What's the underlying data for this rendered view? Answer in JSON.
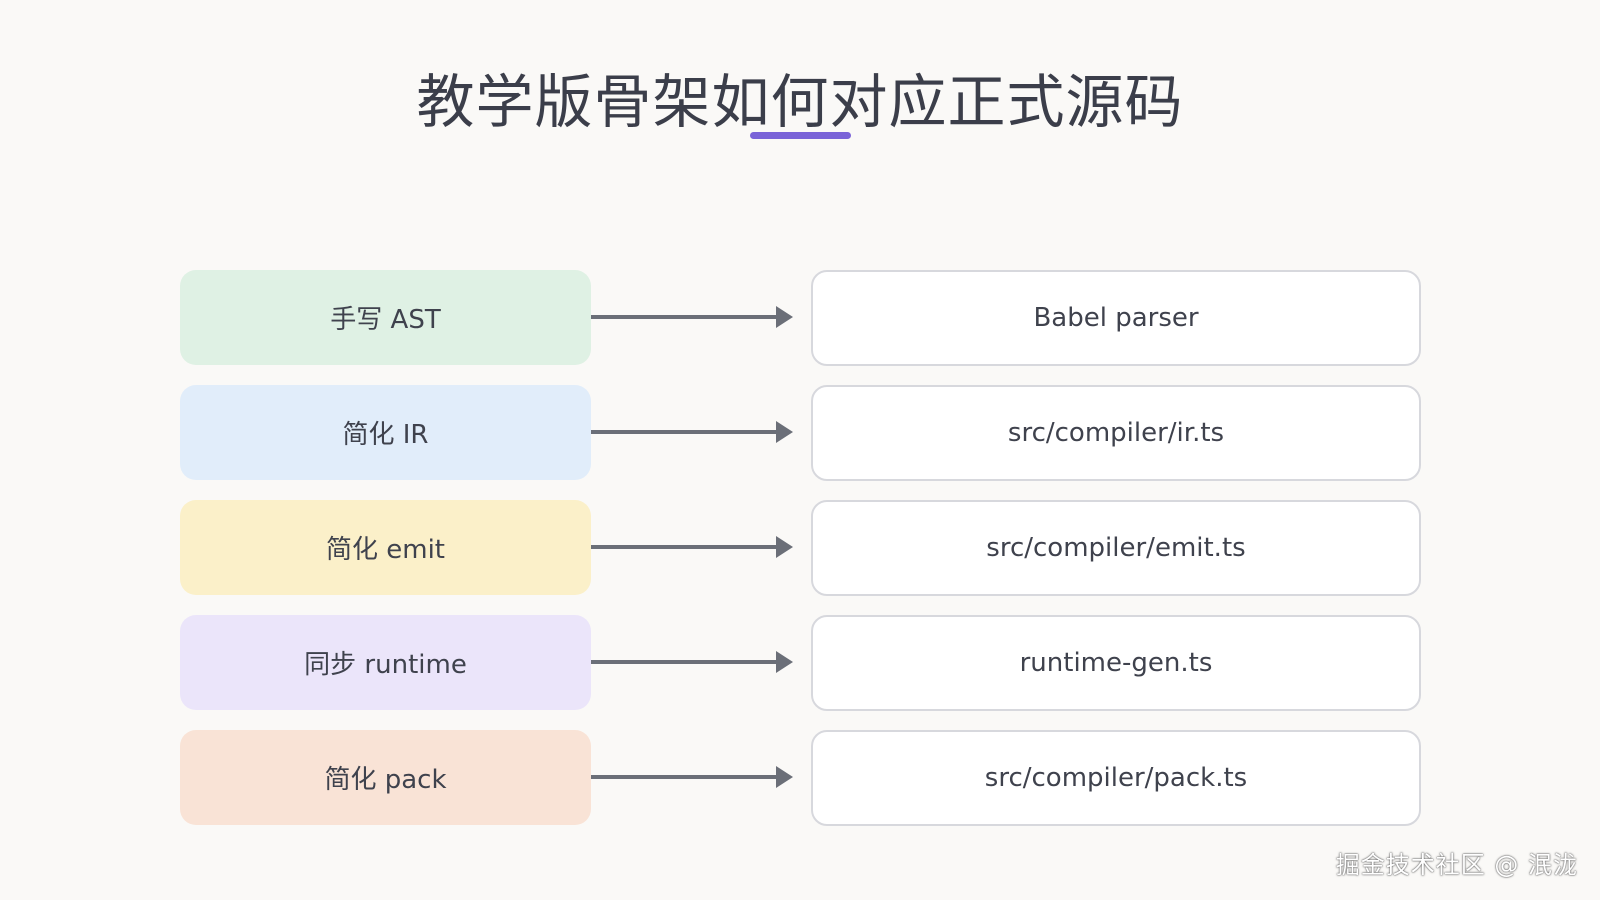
{
  "title": "教学版骨架如何对应正式源码",
  "rows": [
    {
      "left": "手写 AST",
      "right": "Babel parser",
      "color": "#dff1e4"
    },
    {
      "left": "简化 IR",
      "right": "src/compiler/ir.ts",
      "color": "#e1edfa"
    },
    {
      "left": "简化 emit",
      "right": "src/compiler/emit.ts",
      "color": "#fbf0c9"
    },
    {
      "left": "同步 runtime",
      "right": "runtime-gen.ts",
      "color": "#ebe5fa"
    },
    {
      "left": "简化 pack",
      "right": "src/compiler/pack.ts",
      "color": "#f9e3d6"
    }
  ],
  "watermark": "掘金技术社区 @ 泯泷",
  "colors": {
    "accent": "#7a63d8",
    "arrow": "#6b6f78",
    "right_border": "#d7d8dd"
  }
}
